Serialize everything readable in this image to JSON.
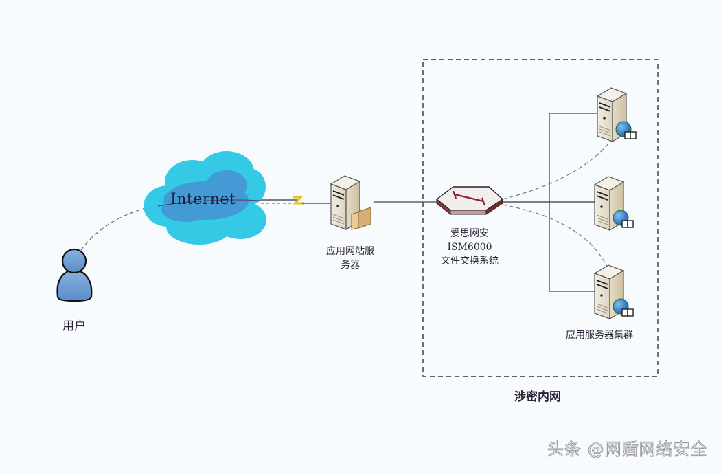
{
  "diagram": {
    "nodes": {
      "user": {
        "label": "用户",
        "icon": "user-icon"
      },
      "internet": {
        "label": "Internet",
        "icon": "cloud-icon"
      },
      "web_server": {
        "label_line1": "应用网站服",
        "label_line2": "务器",
        "icon": "server-icon"
      },
      "exchange_system": {
        "label_line1": "爱思网安",
        "label_line2": "ISM6000",
        "label_line3": "文件交换系统",
        "icon": "network-appliance-icon"
      },
      "app_cluster": {
        "label": "应用服务器集群",
        "servers": [
          {
            "icon": "web-server-icon"
          },
          {
            "icon": "web-server-icon"
          },
          {
            "icon": "web-server-icon"
          }
        ]
      }
    },
    "zones": {
      "classified_intranet": {
        "label": "涉密内网",
        "style": "dashed"
      }
    },
    "edges": [
      {
        "from": "user",
        "to": "internet",
        "style": "dashed"
      },
      {
        "from": "internet",
        "to": "web_server",
        "style": "lightning-link"
      },
      {
        "from": "web_server",
        "to": "exchange_system",
        "style": "solid"
      },
      {
        "from": "exchange_system",
        "to": "app_cluster",
        "style": "solid-bus"
      },
      {
        "from": "exchange_system",
        "to": "app_cluster.servers.0",
        "style": "dashed"
      },
      {
        "from": "exchange_system",
        "to": "app_cluster.servers.2",
        "style": "dashed"
      }
    ],
    "colors": {
      "cloud": "#36c6e6",
      "cloud_shadow": "#4a8ed0",
      "user": "#6b9bd2",
      "appliance_accent": "#8b1d3a",
      "line": "#3a3a44",
      "server_body": "#e8e2d2"
    }
  },
  "watermark": {
    "text": "头条 @网盾网络安全"
  }
}
